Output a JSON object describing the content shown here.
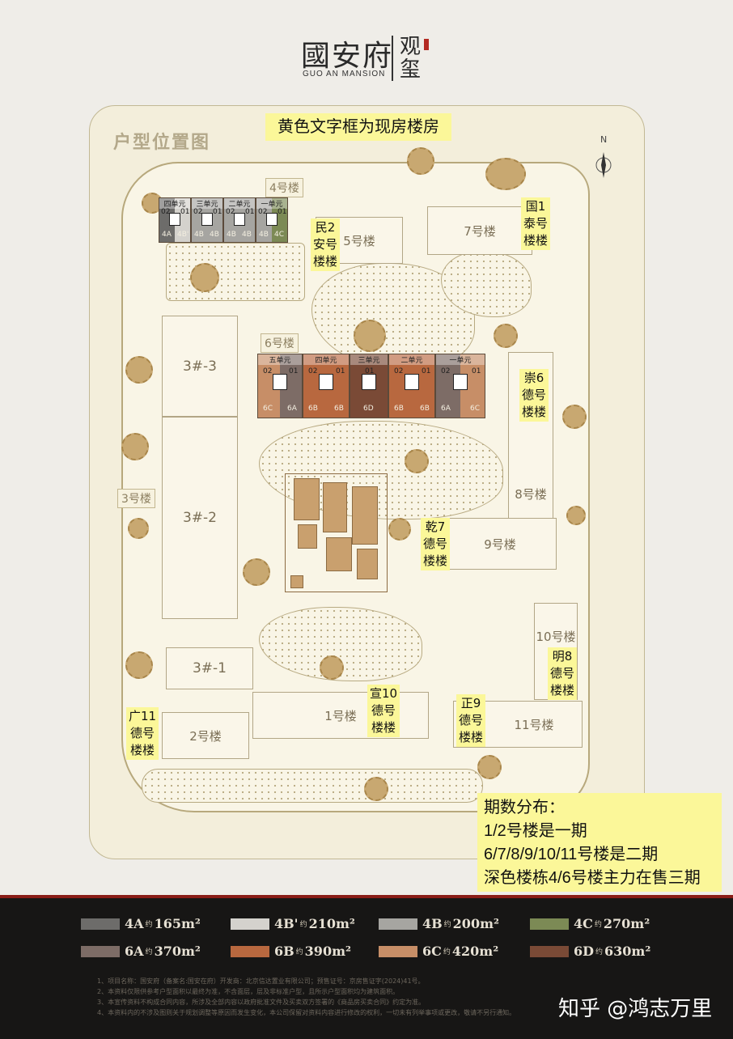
{
  "logo": {
    "chinese": "國安府",
    "english": "GUO AN MANSION",
    "side": "观玺"
  },
  "map": {
    "title": "户型位置图",
    "banner": "黄色文字框为现房楼房",
    "compass": "N",
    "buildings": {
      "b4": "4号楼",
      "b5": "5号楼",
      "b7": "7号楼",
      "b6": "6号楼",
      "b3_3": "3#-3",
      "b3_2": "3#-2",
      "b3_1": "3#-1",
      "b3": "3号楼",
      "b8": "8号楼",
      "b9": "9号楼",
      "b10": "10号楼",
      "b11": "11号楼",
      "b1": "1号楼",
      "b2": "2号楼"
    },
    "yellow_labels": {
      "min2": [
        "民2",
        "安号",
        "楼楼"
      ],
      "guo1": [
        "国1",
        "泰号",
        "楼楼"
      ],
      "chong6": [
        "崇6",
        "德号",
        "楼楼"
      ],
      "qian7": [
        "乾7",
        "德号",
        "楼楼"
      ],
      "ming8": [
        "明8",
        "德号",
        "楼楼"
      ],
      "xuan10": [
        "宣10",
        "德号",
        "楼楼"
      ],
      "zheng9": [
        "正9",
        "德号",
        "楼楼"
      ],
      "guang11": [
        "广11",
        "德号",
        "楼楼"
      ]
    },
    "b4_units": [
      {
        "unit": "四单元",
        "nums": [
          "02",
          "01"
        ],
        "codes": [
          "4A",
          "4B'"
        ]
      },
      {
        "unit": "三单元",
        "nums": [
          "02",
          "01"
        ],
        "codes": [
          "4B",
          "4B"
        ]
      },
      {
        "unit": "二单元",
        "nums": [
          "02",
          "01"
        ],
        "codes": [
          "4B",
          "4B"
        ]
      },
      {
        "unit": "一单元",
        "nums": [
          "02",
          "01"
        ],
        "codes": [
          "4B",
          "4C"
        ]
      }
    ],
    "b6_units": [
      {
        "unit": "五单元",
        "nums": [
          "02",
          "01"
        ],
        "codes": [
          "6C",
          "6A"
        ]
      },
      {
        "unit": "四单元",
        "nums": [
          "02",
          "01"
        ],
        "codes": [
          "6B",
          "6B"
        ]
      },
      {
        "unit": "三单元",
        "nums": [
          "01"
        ],
        "codes": [
          "6D"
        ]
      },
      {
        "unit": "二单元",
        "nums": [
          "02",
          "01"
        ],
        "codes": [
          "6B",
          "6B"
        ]
      },
      {
        "unit": "一单元",
        "nums": [
          "02",
          "01"
        ],
        "codes": [
          "6A",
          "6C"
        ]
      }
    ]
  },
  "phase": {
    "title": "期数分布：",
    "lines": [
      "1/2号楼是一期",
      "6/7/8/9/10/11号楼是二期",
      "深色楼栋4/6号楼主力在售三期"
    ]
  },
  "legend": [
    {
      "code": "4A",
      "approx": "约",
      "area": "165m²",
      "color": "#6d6c6a"
    },
    {
      "code": "4B'",
      "approx": "约",
      "area": "210m²",
      "color": "#d4d2cd"
    },
    {
      "code": "4B",
      "approx": "约",
      "area": "200m²",
      "color": "#a6a5a1"
    },
    {
      "code": "4C",
      "approx": "约",
      "area": "270m²",
      "color": "#7c8a55"
    },
    {
      "code": "6A",
      "approx": "约",
      "area": "370m²",
      "color": "#7d6c66"
    },
    {
      "code": "6B",
      "approx": "约",
      "area": "390m²",
      "color": "#b8683f"
    },
    {
      "code": "6C",
      "approx": "约",
      "area": "420m²",
      "color": "#c78e67"
    },
    {
      "code": "6D",
      "approx": "约",
      "area": "630m²",
      "color": "#7a4a36"
    }
  ],
  "notes": [
    "1、项目名称：国安府（备案名:国安在府）开发商：北京信达置业有限公司；预售证号：京房售证字(2024)41号。",
    "2、本资料仅限供参考户型面积以最终为准，不含面层，层及非标准户型，且所示户型面积均为建筑面积。",
    "3、本宣传资料不构成合同内容，所涉及全部内容以政府批准文件及买卖双方签署的《商品房买卖合同》约定为准。",
    "4、本资料内的不涉及图则关于规划调整等原因而发生变化，本公司保留对资料内容进行修改的权利，一切未有列举事项或更改，敬请不另行通知。"
  ],
  "watermark": "知乎 @鸿志万里"
}
